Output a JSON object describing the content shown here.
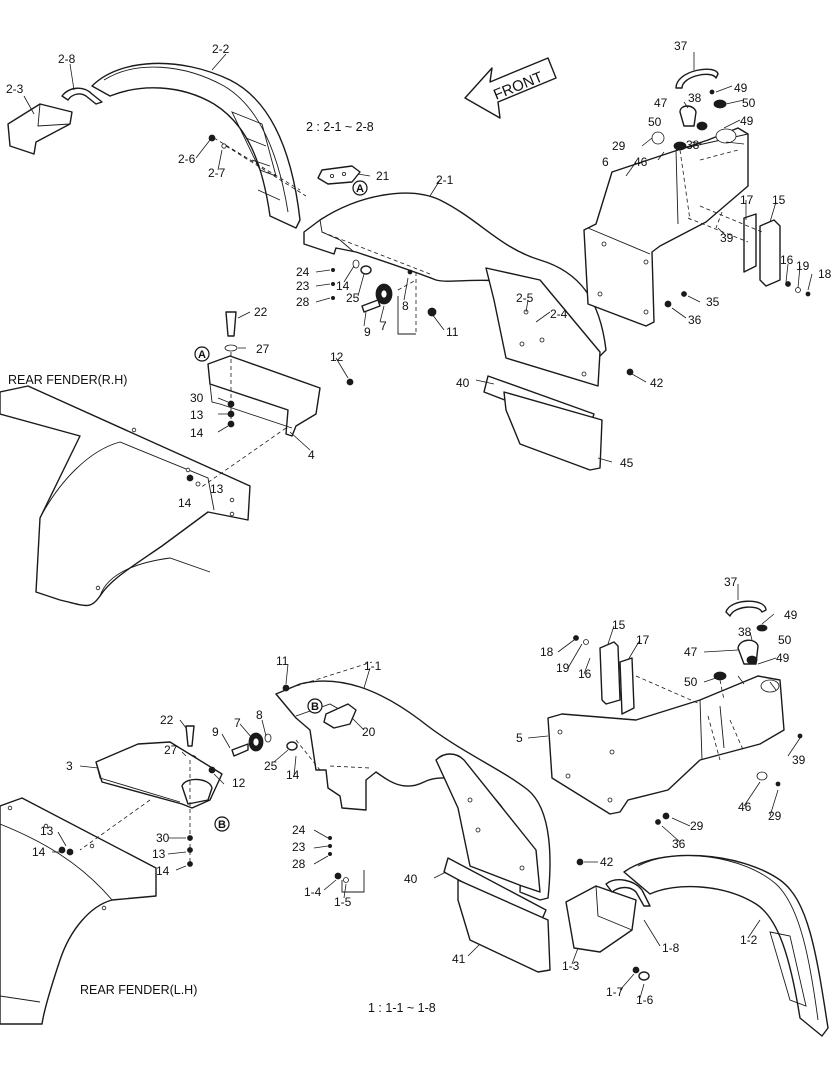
{
  "front_arrow_text": "FRONT",
  "groups": {
    "rh_fender_group": "2 : 2-1 ~ 2-8",
    "lh_fender_group": "1 : 1-1 ~ 1-8"
  },
  "section_labels": {
    "rear_fender_rh": "REAR FENDER(R.H)",
    "rear_fender_lh": "REAR FENDER(L.H)"
  },
  "reference_marks": [
    "A",
    "B"
  ],
  "upper_callouts": [
    "2-3",
    "2-8",
    "2-2",
    "2-6",
    "2-7",
    "21",
    "2-1",
    "24",
    "23",
    "28",
    "14",
    "25",
    "8",
    "7",
    "9",
    "11",
    "2-5",
    "2-4",
    "22",
    "27",
    "12",
    "30",
    "13",
    "14",
    "4",
    "13",
    "14",
    "40",
    "42",
    "45",
    "37",
    "49",
    "38",
    "50",
    "47",
    "49",
    "50",
    "38",
    "29",
    "46",
    "6",
    "17",
    "15",
    "39",
    "16",
    "19",
    "18",
    "35",
    "36"
  ],
  "lower_callouts": [
    "11",
    "1-1",
    "22",
    "7",
    "8",
    "9",
    "20",
    "27",
    "25",
    "14",
    "12",
    "3",
    "13",
    "30",
    "14",
    "13",
    "14",
    "24",
    "23",
    "28",
    "1-4",
    "1-5",
    "40",
    "42",
    "41",
    "1-3",
    "1-8",
    "1-2",
    "1-7",
    "1-6",
    "18",
    "19",
    "16",
    "15",
    "17",
    "37",
    "49",
    "47",
    "38",
    "50",
    "50",
    "49",
    "5",
    "39",
    "46",
    "29",
    "29",
    "36"
  ]
}
